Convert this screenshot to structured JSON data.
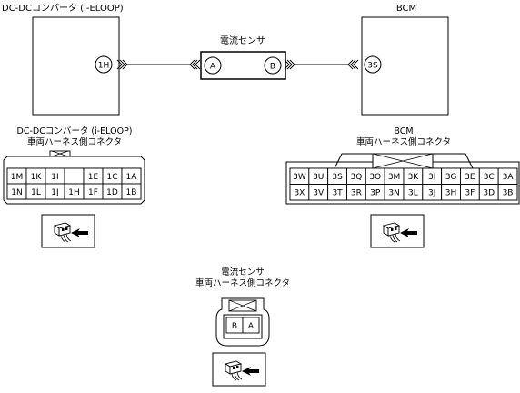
{
  "components": {
    "dcdc": {
      "title": "DC-DCコンバータ (i-ELOOP)",
      "terminal": "1H"
    },
    "sensor": {
      "title": "電流センサ",
      "terminal_a": "A",
      "terminal_b": "B"
    },
    "bcm": {
      "title": "BCM",
      "terminal": "3S"
    }
  },
  "connectors": {
    "dcdc": {
      "title_1": "DC-DCコンバータ (i-ELOOP)",
      "title_2": "車両ハーネス側コネクタ",
      "row1": [
        "1M",
        "1K",
        "1I",
        "",
        "1E",
        "1C",
        "1A"
      ],
      "row2": [
        "1N",
        "1L",
        "1J",
        "1H",
        "1F",
        "1D",
        "1B"
      ]
    },
    "bcm": {
      "title_1": "BCM",
      "title_2": "車両ハーネス側コネクタ",
      "row1": [
        "3W",
        "3U",
        "3S",
        "3Q",
        "3O",
        "3M",
        "3K",
        "3I",
        "3G",
        "3E",
        "3C",
        "3A"
      ],
      "row2": [
        "3X",
        "3V",
        "3T",
        "3R",
        "3P",
        "3N",
        "3L",
        "3J",
        "3H",
        "3F",
        "3D",
        "3B"
      ]
    },
    "sensor": {
      "title_1": "電流センサ",
      "title_2": "車両ハーネス側コネクタ",
      "pins": [
        "B",
        "A"
      ]
    }
  }
}
